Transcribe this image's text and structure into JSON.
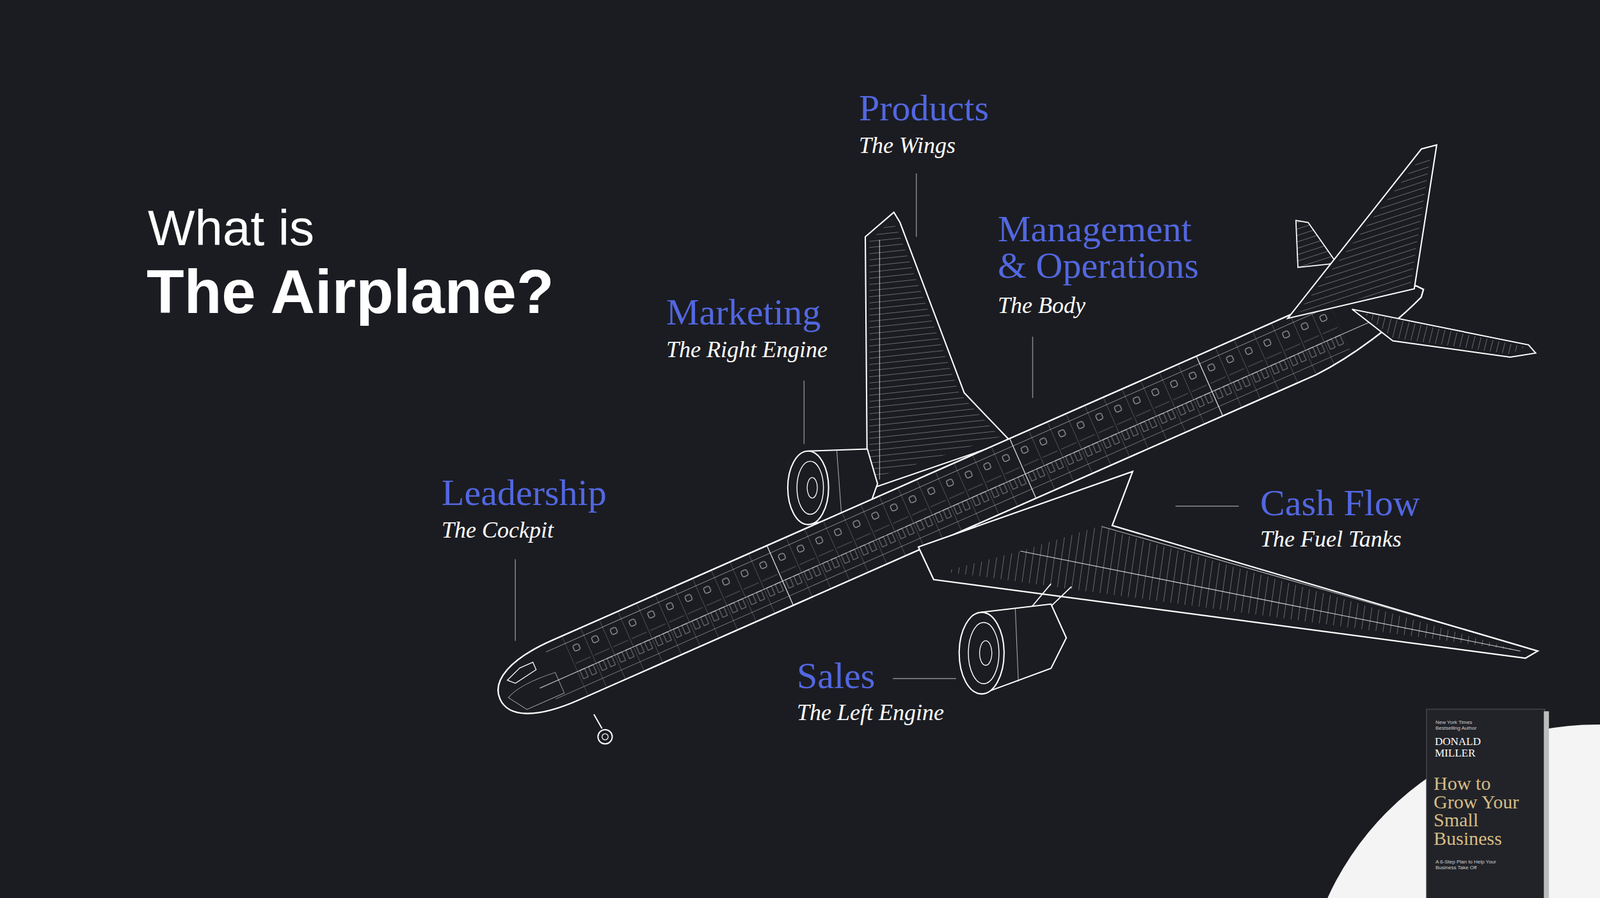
{
  "diagram": {
    "title": "The Airplane?",
    "labels": [
      "What is",
      "Products",
      "The Wings",
      "Marketing",
      "The Right Engine",
      "Management & Operations",
      "The Body",
      "Leadership",
      "The Cockpit",
      "Cash Flow",
      "The Fuel Tanks",
      "Sales",
      "The Left Engine",
      "New York Times Bestselling Author",
      "DONALD MILLER",
      "How to Grow Your Small Business",
      "A 6-Step Plan to Help Your Business Take Off"
    ]
  }
}
